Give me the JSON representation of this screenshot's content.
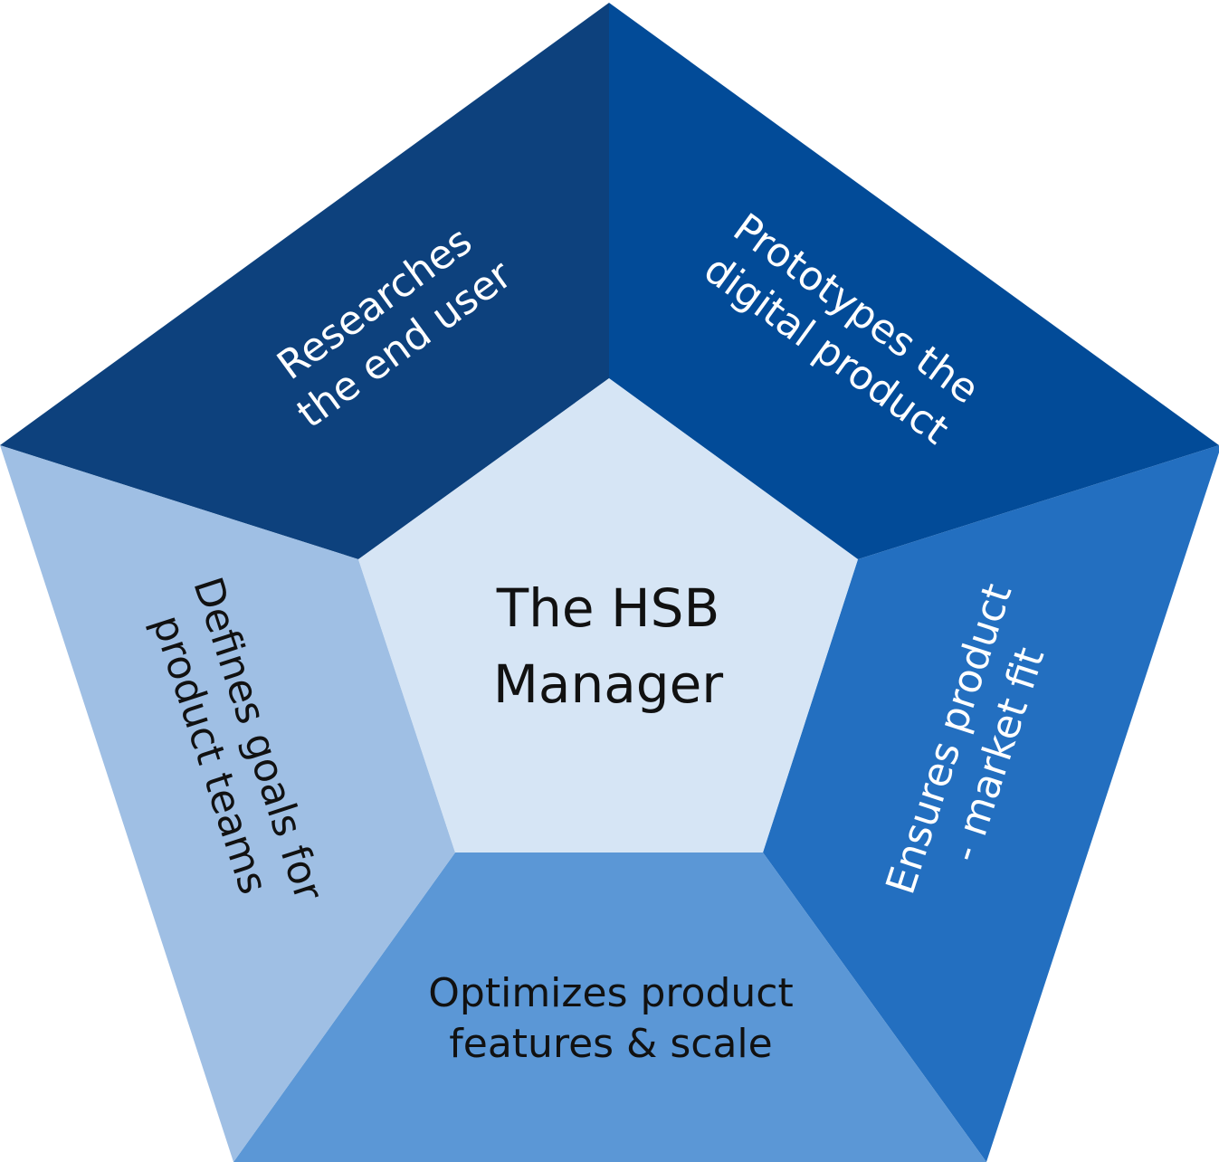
{
  "center": {
    "lines": [
      "The HSB",
      "Manager"
    ],
    "fill": "#d6e5f5",
    "text_color": "#111111"
  },
  "segments": [
    {
      "id": "researches",
      "lines": [
        "Researches",
        "the end user"
      ],
      "fill": "#0d417d",
      "text_color": "#ffffff"
    },
    {
      "id": "prototypes",
      "lines": [
        "Prototypes the",
        "digital product"
      ],
      "fill": "#024b98",
      "text_color": "#ffffff"
    },
    {
      "id": "ensures",
      "lines": [
        "Ensures product",
        "- market fit"
      ],
      "fill": "#236fc0",
      "text_color": "#ffffff"
    },
    {
      "id": "optimizes",
      "lines": [
        "Optimizes product",
        "features & scale"
      ],
      "fill": "#5b97d6",
      "text_color": "#111111"
    },
    {
      "id": "defines",
      "lines": [
        "Defines goals for",
        "product teams"
      ],
      "fill": "#9fbfe4",
      "text_color": "#111111"
    }
  ]
}
